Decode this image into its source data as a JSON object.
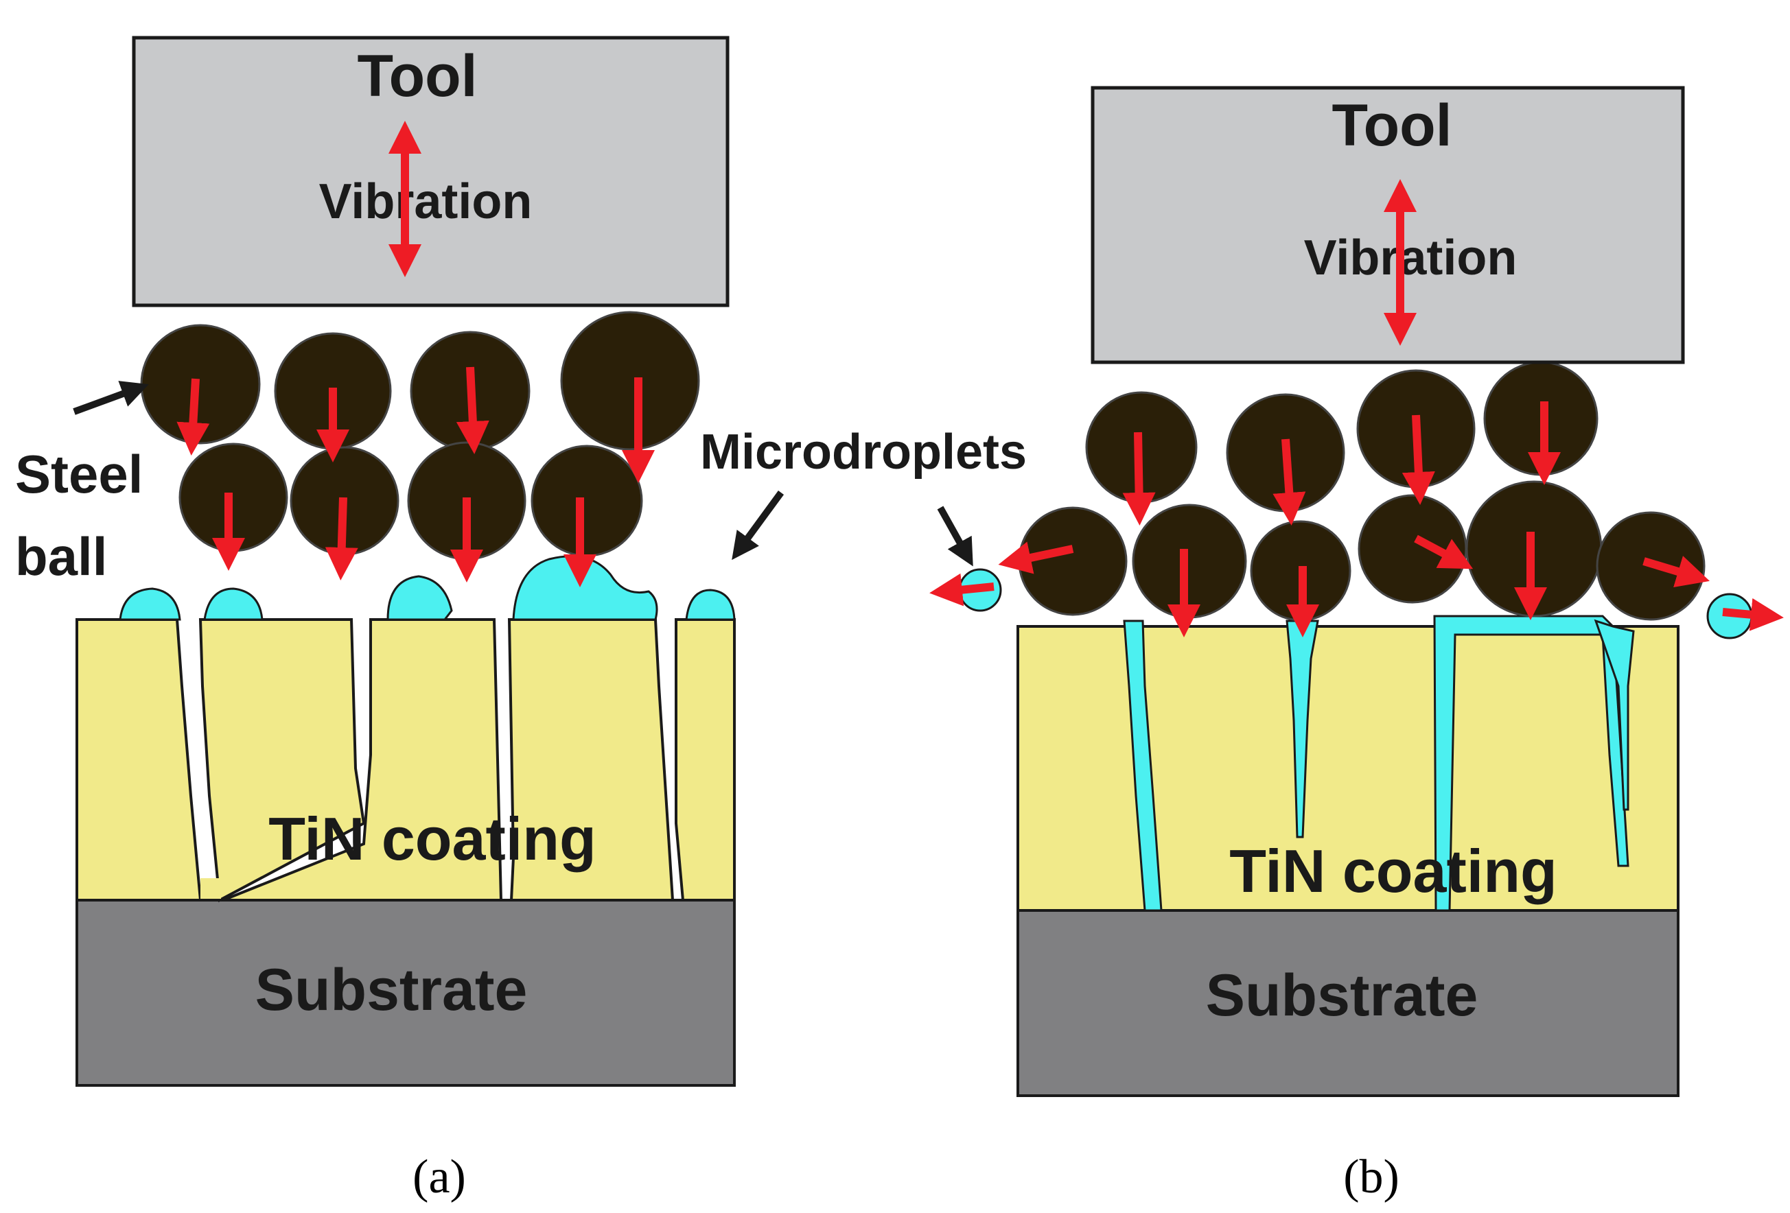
{
  "colors": {
    "tool_fill": "#c8c9cb",
    "ball_fill": "#2a1f08",
    "arrow": "#ee1c25",
    "coating_fill": "#f1ea8a",
    "droplet_fill": "#4cf0f0",
    "substrate_fill": "#808082",
    "outline": "#1a1a1a"
  },
  "panel_a": {
    "tool_label": "Tool",
    "vibration_label": "Vibration",
    "steel_ball_label_line1": "Steel",
    "steel_ball_label_line2": "ball",
    "microdroplets_label": "Microdroplets",
    "coating_label": "TiN coating",
    "substrate_label": "Substrate",
    "caption": "(a)"
  },
  "panel_b": {
    "tool_label": "Tool",
    "vibration_label": "Vibration",
    "coating_label": "TiN coating",
    "substrate_label": "Substrate",
    "caption": "(b)"
  }
}
